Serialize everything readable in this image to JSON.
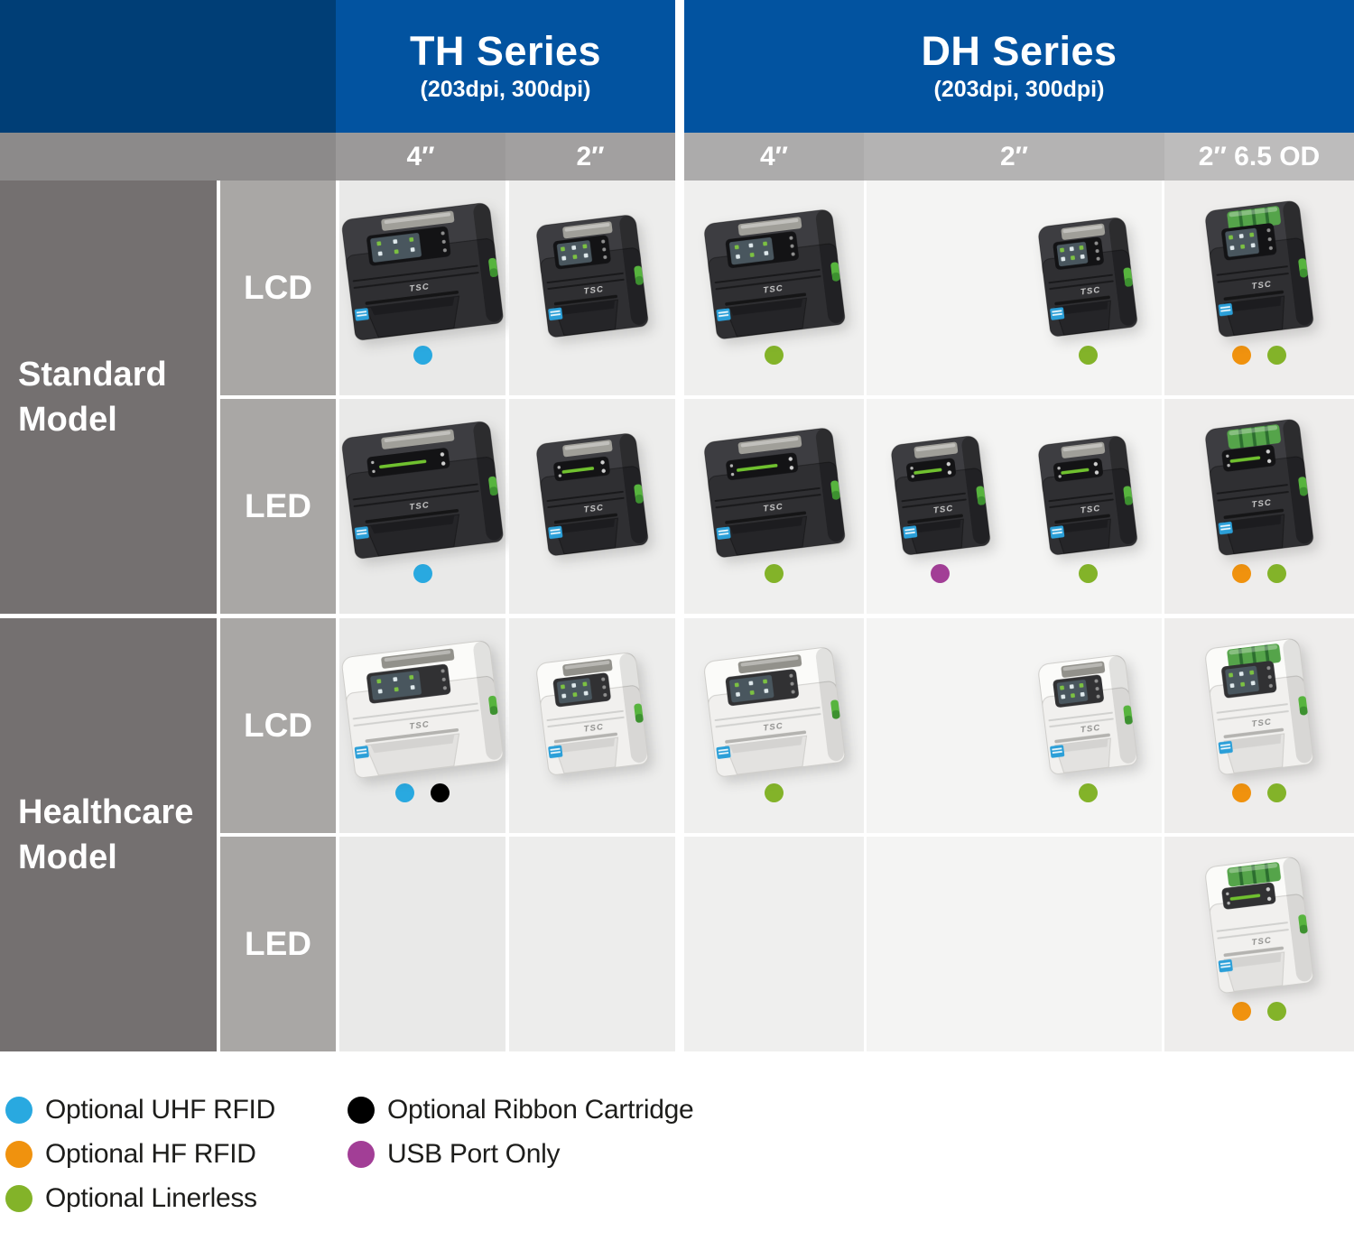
{
  "header": {
    "th": {
      "title": "TH Series",
      "subtitle": "(203dpi, 300dpi)"
    },
    "dh": {
      "title": "DH Series",
      "subtitle": "(203dpi, 300dpi)"
    }
  },
  "columns": [
    {
      "id": "th4",
      "series": "TH",
      "label": "4″"
    },
    {
      "id": "th2",
      "series": "TH",
      "label": "2″"
    },
    {
      "id": "dh4",
      "series": "DH",
      "label": "4″"
    },
    {
      "id": "dh2",
      "series": "DH",
      "label": "2″"
    },
    {
      "id": "dh65",
      "series": "DH",
      "label": "2″ 6.5 OD"
    }
  ],
  "groups": [
    {
      "label": "Standard Model",
      "rows": [
        "LCD",
        "LED"
      ]
    },
    {
      "label": "Healthcare Model",
      "rows": [
        "LCD",
        "LED"
      ]
    }
  ],
  "printer_logo_text": "TSC",
  "colors": {
    "brand_navy": "#003e76",
    "brand_blue": "#0253a0",
    "dots": {
      "blue": "#29a9e0",
      "orange": "#f0920e",
      "green": "#83b329",
      "black": "#000000",
      "purple": "#a23e96"
    }
  },
  "grid": {
    "rows": [
      {
        "id": "standard-lcd",
        "group": "Standard Model",
        "panel_row": "LCD",
        "cells": [
          {
            "col": "th4",
            "layout": "center",
            "printers": [
              {
                "model": "th4",
                "color": "dark",
                "panel": "lcd",
                "dots": [
                  "blue"
                ]
              }
            ]
          },
          {
            "col": "th2",
            "layout": "center",
            "printers": [
              {
                "model": "th2",
                "color": "dark",
                "panel": "lcd",
                "dots": []
              }
            ]
          },
          {
            "col": "dh4",
            "layout": "center",
            "printers": [
              {
                "model": "dh4",
                "color": "dark",
                "panel": "lcd",
                "dots": [
                  "green"
                ]
              }
            ]
          },
          {
            "col": "dh2",
            "layout": "right",
            "printers": [
              {
                "model": "dh2",
                "color": "dark",
                "panel": "lcd",
                "dots": [
                  "green"
                ]
              }
            ]
          },
          {
            "col": "dh65",
            "layout": "center",
            "printers": [
              {
                "model": "dh65",
                "color": "dark",
                "panel": "lcd",
                "dots": [
                  "orange",
                  "green"
                ]
              }
            ]
          }
        ]
      },
      {
        "id": "standard-led",
        "group": "Standard Model",
        "panel_row": "LED",
        "cells": [
          {
            "col": "th4",
            "layout": "center",
            "printers": [
              {
                "model": "th4",
                "color": "dark",
                "panel": "led",
                "dots": [
                  "blue"
                ]
              }
            ]
          },
          {
            "col": "th2",
            "layout": "center",
            "printers": [
              {
                "model": "th2",
                "color": "dark",
                "panel": "led",
                "dots": []
              }
            ]
          },
          {
            "col": "dh4",
            "layout": "center",
            "printers": [
              {
                "model": "dh4",
                "color": "dark",
                "panel": "led",
                "dots": [
                  "green"
                ]
              }
            ]
          },
          {
            "col": "dh2",
            "layout": "pair",
            "printers": [
              {
                "model": "dh2",
                "color": "dark",
                "panel": "led",
                "dots": [
                  "purple"
                ]
              },
              {
                "model": "dh2",
                "color": "dark",
                "panel": "led",
                "dots": [
                  "green"
                ]
              }
            ]
          },
          {
            "col": "dh65",
            "layout": "center",
            "printers": [
              {
                "model": "dh65",
                "color": "dark",
                "panel": "led",
                "dots": [
                  "orange",
                  "green"
                ]
              }
            ]
          }
        ]
      },
      {
        "id": "healthcare-lcd",
        "group": "Healthcare Model",
        "panel_row": "LCD",
        "cells": [
          {
            "col": "th4",
            "layout": "center",
            "printers": [
              {
                "model": "th4",
                "color": "light",
                "panel": "lcd",
                "dots": [
                  "blue",
                  "black"
                ]
              }
            ]
          },
          {
            "col": "th2",
            "layout": "center",
            "printers": [
              {
                "model": "th2",
                "color": "light",
                "panel": "lcd",
                "dots": []
              }
            ]
          },
          {
            "col": "dh4",
            "layout": "center",
            "printers": [
              {
                "model": "dh4",
                "color": "light",
                "panel": "lcd",
                "dots": [
                  "green"
                ]
              }
            ]
          },
          {
            "col": "dh2",
            "layout": "right",
            "printers": [
              {
                "model": "dh2",
                "color": "light",
                "panel": "lcd",
                "dots": [
                  "green"
                ]
              }
            ]
          },
          {
            "col": "dh65",
            "layout": "center",
            "printers": [
              {
                "model": "dh65",
                "color": "light",
                "panel": "lcd",
                "dots": [
                  "orange",
                  "green"
                ]
              }
            ]
          }
        ]
      },
      {
        "id": "healthcare-led",
        "group": "Healthcare Model",
        "panel_row": "LED",
        "cells": [
          {
            "col": "th4",
            "layout": "center",
            "printers": []
          },
          {
            "col": "th2",
            "layout": "center",
            "printers": []
          },
          {
            "col": "dh4",
            "layout": "center",
            "printers": []
          },
          {
            "col": "dh2",
            "layout": "center",
            "printers": []
          },
          {
            "col": "dh65",
            "layout": "center",
            "printers": [
              {
                "model": "dh65",
                "color": "light",
                "panel": "led",
                "dots": [
                  "orange",
                  "green"
                ]
              }
            ]
          }
        ]
      }
    ]
  },
  "legend": {
    "columns": [
      [
        {
          "color": "blue",
          "label": "Optional UHF RFID"
        },
        {
          "color": "orange",
          "label": "Optional HF RFID"
        },
        {
          "color": "green",
          "label": "Optional Linerless"
        }
      ],
      [
        {
          "color": "black",
          "label": "Optional Ribbon Cartridge"
        },
        {
          "color": "purple",
          "label": "USB Port Only"
        }
      ]
    ]
  }
}
